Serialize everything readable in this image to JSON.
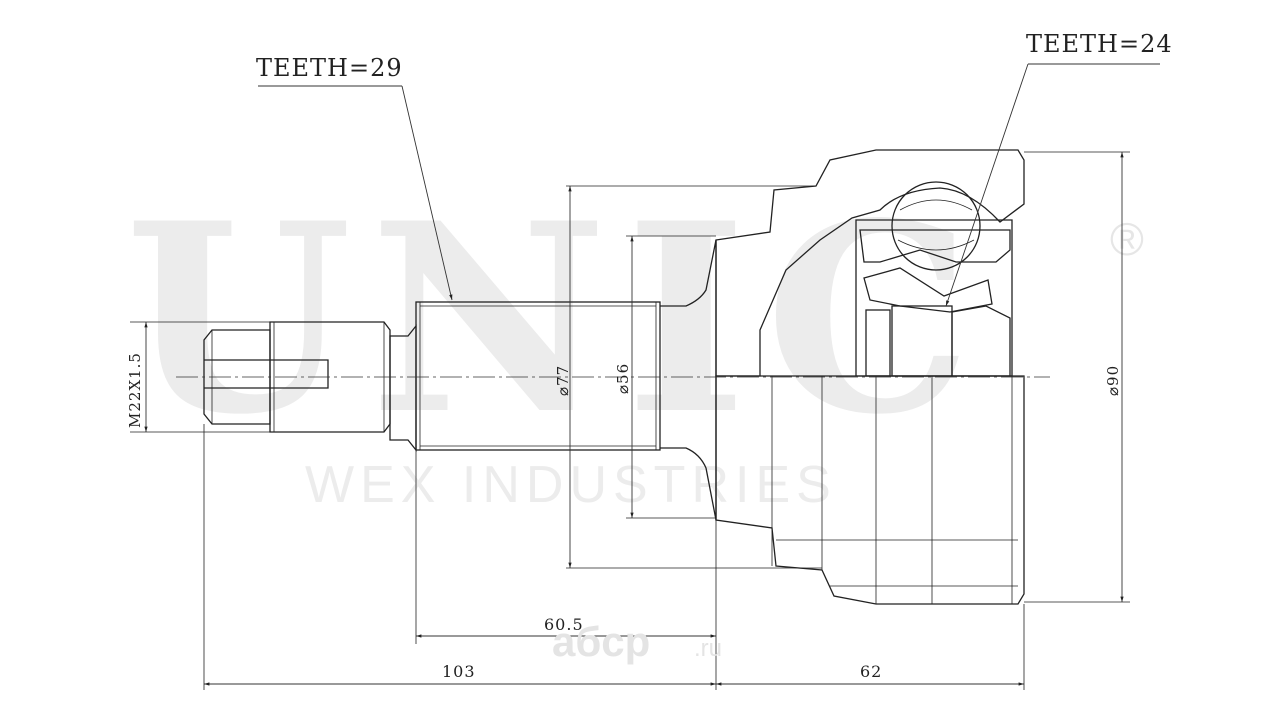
{
  "watermark": {
    "brand": "UNIC",
    "tagline": "WEX INDUSTRIES",
    "registered": "®"
  },
  "callouts": {
    "teeth_left": "TEETH=29",
    "teeth_right": "TEETH=24"
  },
  "dimensions": {
    "thread": "M22X1.5",
    "dia_77": "⌀77",
    "dia_56": "⌀56",
    "dia_90": "⌀90",
    "len_60_5": "60.5",
    "len_103": "103",
    "len_62": "62"
  },
  "site_watermark": {
    "name": "aбcp",
    "tld": ".ru"
  }
}
